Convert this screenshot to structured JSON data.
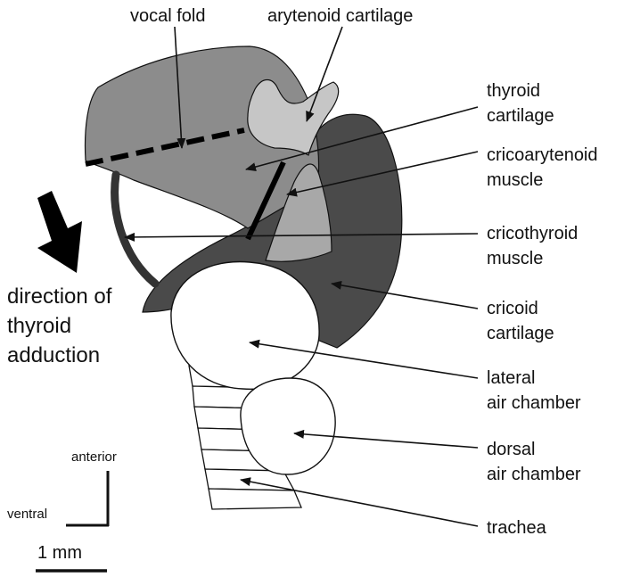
{
  "labels": {
    "vocal_fold": "vocal fold",
    "arytenoid_cartilage": "arytenoid cartilage",
    "thyroid_cartilage": [
      "thyroid",
      "cartilage"
    ],
    "cricoarytenoid_muscle": [
      "cricoarytenoid",
      "muscle"
    ],
    "cricothyroid_muscle": [
      "cricothyroid",
      "muscle"
    ],
    "cricoid_cartilage": [
      "cricoid",
      "cartilage"
    ],
    "lateral_air_chamber": [
      "lateral",
      "air chamber"
    ],
    "dorsal_air_chamber": [
      "dorsal",
      "air chamber"
    ],
    "trachea": "trachea",
    "direction": [
      "direction of",
      "thyroid",
      "adduction"
    ]
  },
  "orientation": {
    "anterior": "anterior",
    "ventral": "ventral"
  },
  "scale_bar": {
    "label": "1 mm"
  },
  "colors": {
    "thyroid_cartilage": "#8c8c8c",
    "arytenoid_cartilage": "#c6c6c6",
    "cricoarytenoid_muscle": "#a8a8a8",
    "cricoid_cartilage": "#4a4a4a",
    "air_chambers": "#ffffff",
    "outline": "#111111",
    "arrow": "#000000"
  }
}
